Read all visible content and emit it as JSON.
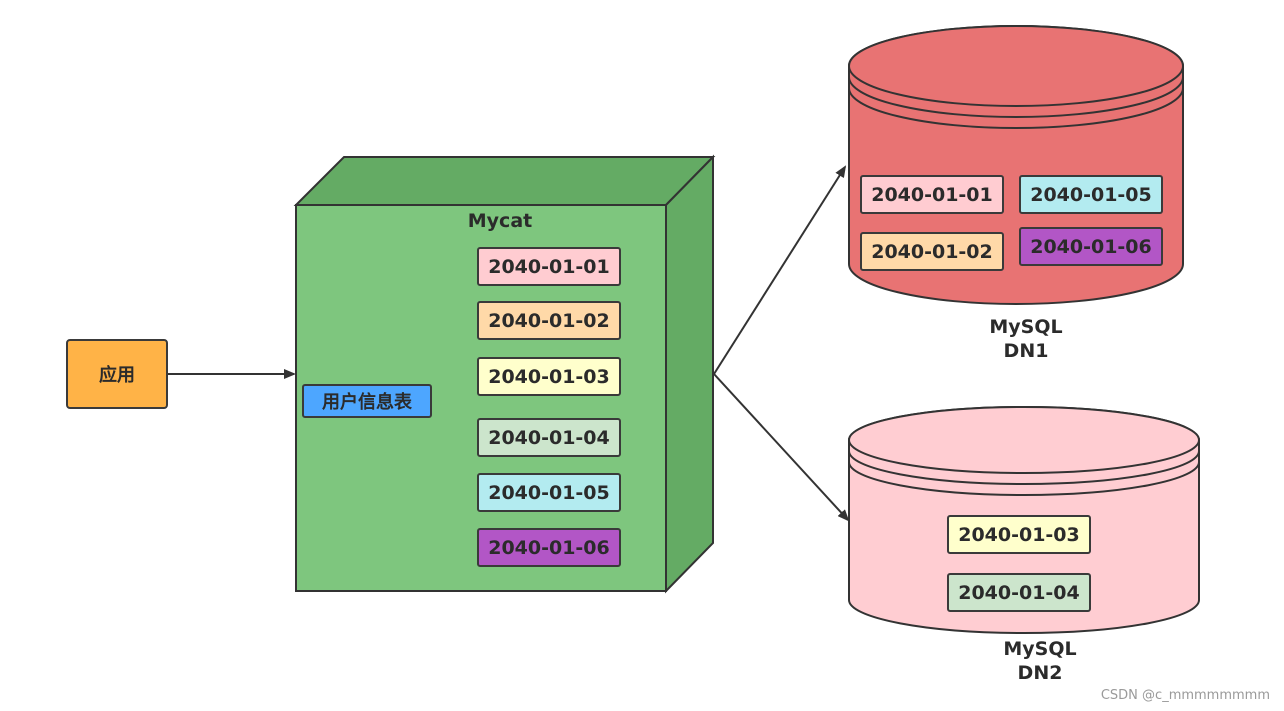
{
  "app_node": {
    "label": "应用",
    "fill": "#FFB347"
  },
  "mycat": {
    "title": "Mycat",
    "table_label": "用户信息表",
    "table_fill": "#4DA6FF",
    "front_fill": "#7EC67E",
    "side_fill": "#64AB64",
    "top_fill": "#64AB64",
    "records": [
      {
        "date": "2040-01-01",
        "fill": "#FFCCD1"
      },
      {
        "date": "2040-01-02",
        "fill": "#FFD9A8"
      },
      {
        "date": "2040-01-03",
        "fill": "#FFFFCC"
      },
      {
        "date": "2040-01-04",
        "fill": "#CCE5CC"
      },
      {
        "date": "2040-01-05",
        "fill": "#B3EBF0"
      },
      {
        "date": "2040-01-06",
        "fill": "#B256C6"
      }
    ]
  },
  "dn1": {
    "name_line1": "MySQL",
    "name_line2": "DN1",
    "fill": "#E87373",
    "records": [
      {
        "date": "2040-01-01",
        "fill": "#FFCCD1"
      },
      {
        "date": "2040-01-05",
        "fill": "#B3EBF0"
      },
      {
        "date": "2040-01-02",
        "fill": "#FFD9A8"
      },
      {
        "date": "2040-01-06",
        "fill": "#B256C6"
      }
    ]
  },
  "dn2": {
    "name_line1": "MySQL",
    "name_line2": "DN2",
    "fill": "#FFCDD2",
    "records": [
      {
        "date": "2040-01-03",
        "fill": "#FFFFCC"
      },
      {
        "date": "2040-01-04",
        "fill": "#CCE5CC"
      }
    ]
  },
  "watermark": "CSDN @c_mmmmmmmm"
}
